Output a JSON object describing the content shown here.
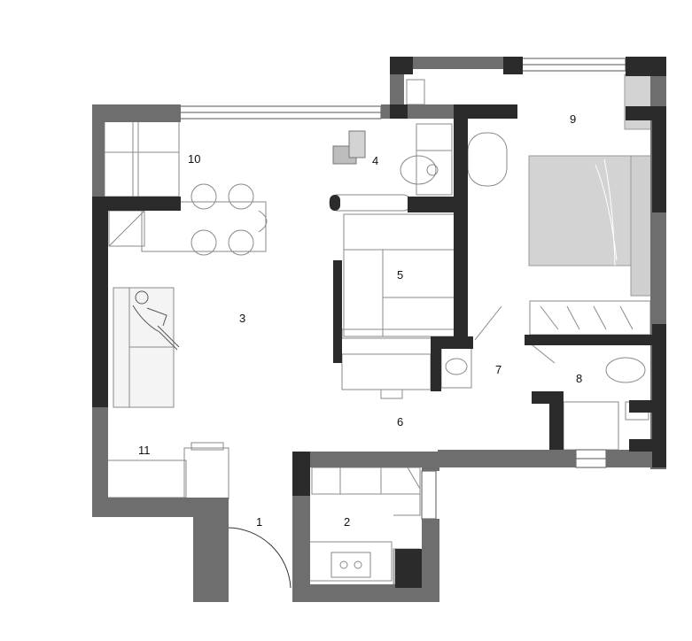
{
  "colors": {
    "background": "#ffffff",
    "wall_exterior": "#6e6e6e",
    "wall_structural": "#2b2b2b",
    "furniture_fill": "#d3d3d3",
    "line": "#555555"
  },
  "icons": [
    "door-swing-icon",
    "bed-icon",
    "sofa-icon",
    "toilet-icon",
    "sink-icon",
    "stove-icon",
    "dining-table-icon",
    "wardrobe-icon",
    "window-icon",
    "person-icon"
  ],
  "rooms": [
    {
      "id": "entrance",
      "label": "1"
    },
    {
      "id": "kitchen",
      "label": "2"
    },
    {
      "id": "living-room",
      "label": "3"
    },
    {
      "id": "balcony-washroom",
      "label": "4"
    },
    {
      "id": "study",
      "label": "5"
    },
    {
      "id": "hallway",
      "label": "6"
    },
    {
      "id": "corridor",
      "label": "7"
    },
    {
      "id": "bathroom",
      "label": "8"
    },
    {
      "id": "bedroom",
      "label": "9"
    },
    {
      "id": "dining",
      "label": "10"
    },
    {
      "id": "storage",
      "label": "11"
    }
  ]
}
